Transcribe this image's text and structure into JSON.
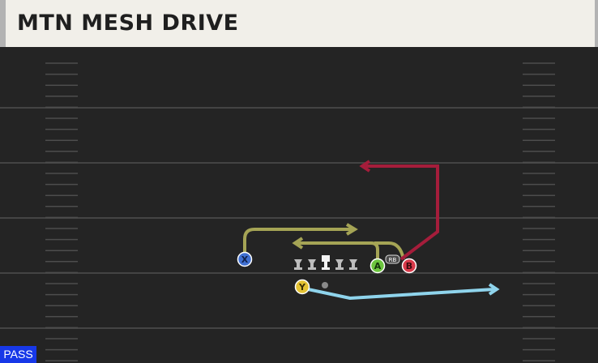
{
  "play": {
    "title": "MTN MESH DRIVE",
    "type": "PASS"
  },
  "players": [
    {
      "label": "X",
      "fill": "#3f6fd0"
    },
    {
      "label": "A",
      "fill": "#6cc53e"
    },
    {
      "label": "B",
      "fill": "#d83a4a"
    },
    {
      "label": "Y",
      "fill": "#e4c233"
    },
    {
      "label": "RB",
      "fill": "#4a4a4a"
    }
  ],
  "colors": {
    "field": "#242424",
    "yard_line": "#444444",
    "hash": "#4d4d4d",
    "route_x_a": "#a5a455",
    "route_b": "#a51d3b",
    "route_y": "#8fd4ec",
    "lineman": "#bdbdbd",
    "title_bg": "#f1efe9",
    "badge": "#1738e8"
  }
}
